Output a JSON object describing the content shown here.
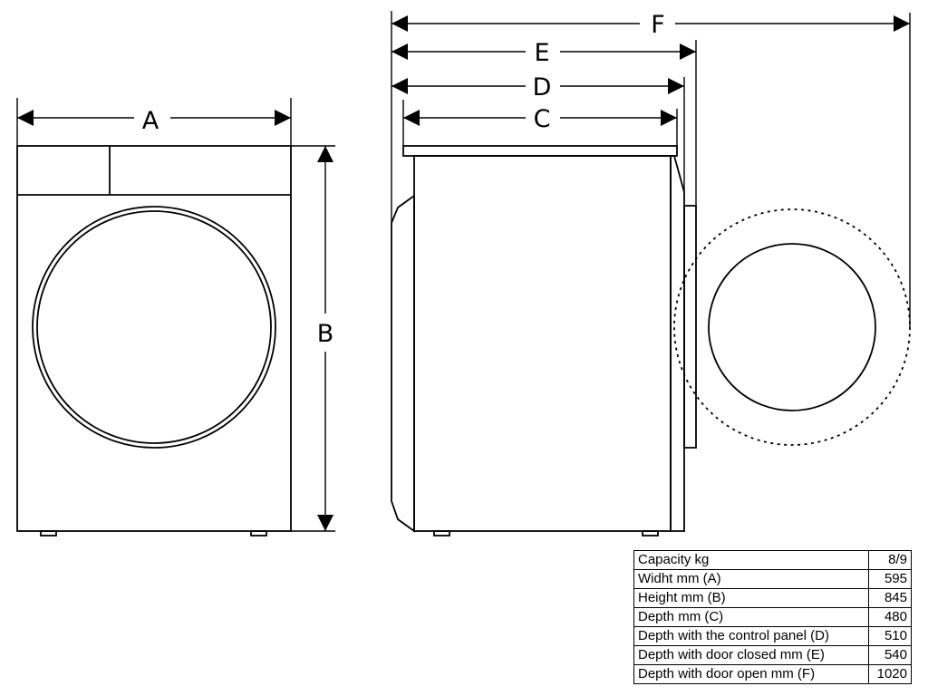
{
  "dimension_labels": {
    "a": "A",
    "b": "B",
    "c": "C",
    "d": "D",
    "e": "E",
    "f": "F"
  },
  "spec_table": {
    "rows": [
      {
        "label": "Capacity kg",
        "value": "8/9"
      },
      {
        "label": "Widht mm (A)",
        "value": "595"
      },
      {
        "label": "Height mm (B)",
        "value": "845"
      },
      {
        "label": "Depth mm (C)",
        "value": "480"
      },
      {
        "label": "Depth with the control panel (D)",
        "value": "510"
      },
      {
        "label": "Depth with door closed mm (E)",
        "value": "540"
      },
      {
        "label": "Depth with door open mm (F)",
        "value": "1020"
      }
    ]
  }
}
